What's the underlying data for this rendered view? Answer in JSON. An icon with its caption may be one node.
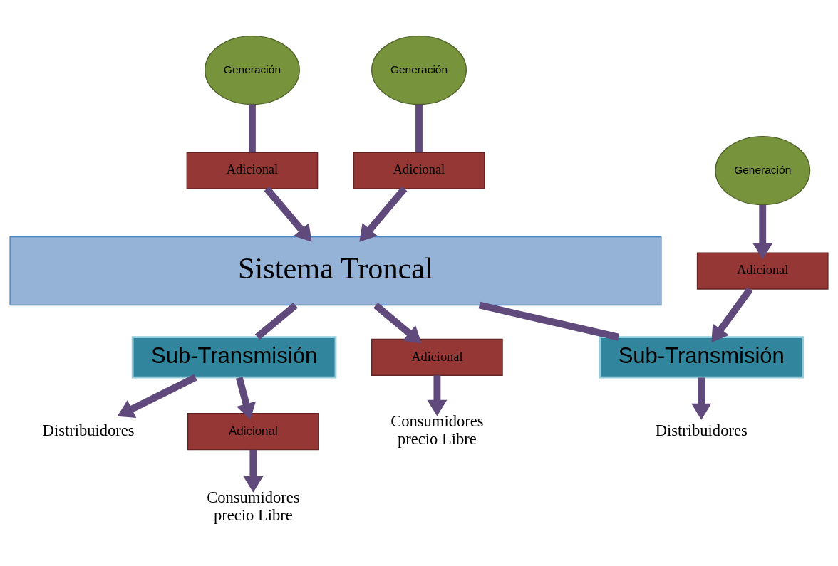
{
  "diagram": {
    "nodes": [
      {
        "text": [
          "Generación"
        ]
      },
      {
        "text": [
          "Generación"
        ]
      },
      {
        "text": [
          "Generación"
        ]
      },
      {
        "text": [
          "Adicional"
        ]
      },
      {
        "text": [
          "Adicional"
        ]
      },
      {
        "text": [
          "Sistema Troncal"
        ]
      },
      {
        "text": [
          "Adicional"
        ]
      },
      {
        "text": [
          "Sub-Transmisión"
        ]
      },
      {
        "text": [
          "Adicional"
        ]
      },
      {
        "text": [
          "Sub-Transmisión"
        ]
      },
      {
        "text": [
          "Distribuidores"
        ]
      },
      {
        "text": [
          "Adicional"
        ]
      },
      {
        "text": [
          "Consumidores precio Libre"
        ]
      },
      {
        "text": [
          "Distribuidores"
        ]
      },
      {
        "text": [
          "Consumidores precio Libre"
        ]
      }
    ],
    "edges": [
      {
        "from": 0,
        "to": 3,
        "arrow": "none"
      },
      {
        "from": 3,
        "to": 5,
        "arrow": "to"
      },
      {
        "from": 1,
        "to": 4,
        "arrow": "none"
      },
      {
        "from": 4,
        "to": 5,
        "arrow": "to"
      },
      {
        "from": 2,
        "to": 6,
        "arrow": "to"
      },
      {
        "from": 6,
        "to": 9,
        "arrow": "to"
      },
      {
        "from": 5,
        "to": 7,
        "arrow": "none"
      },
      {
        "from": 5,
        "to": 8,
        "arrow": "to"
      },
      {
        "from": 5,
        "to": 9,
        "arrow": "none"
      },
      {
        "from": 7,
        "to": 10,
        "arrow": "to"
      },
      {
        "from": 7,
        "to": 11,
        "arrow": "to"
      },
      {
        "from": 8,
        "to": 12,
        "arrow": "to"
      },
      {
        "from": 9,
        "to": 13,
        "arrow": "to"
      },
      {
        "from": 11,
        "to": 14,
        "arrow": "to"
      }
    ]
  }
}
